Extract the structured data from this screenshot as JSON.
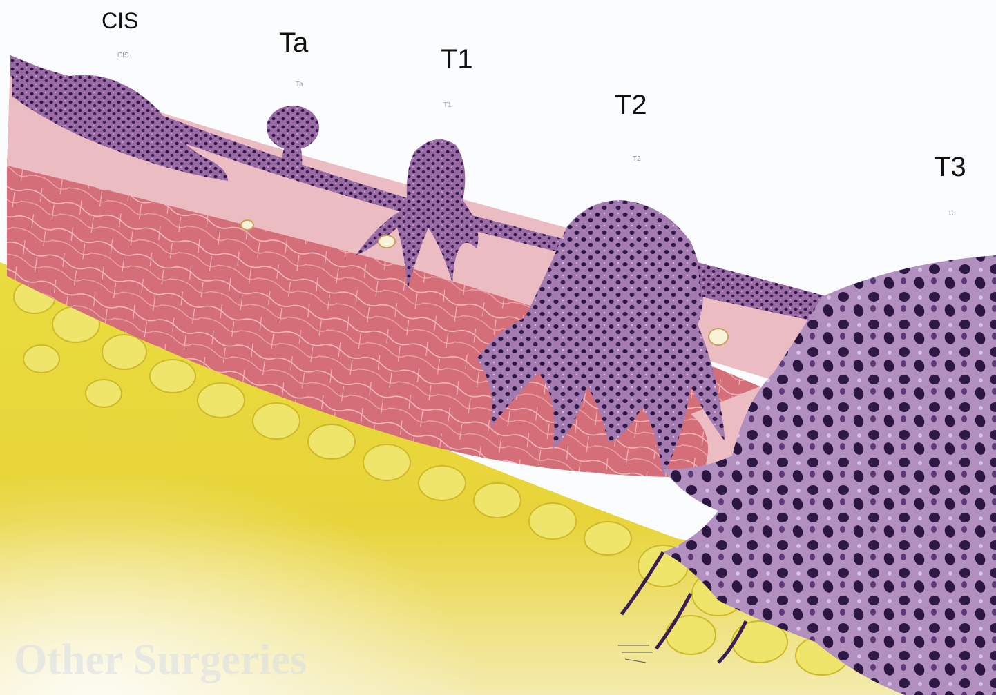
{
  "labels": {
    "cis": "CIS",
    "ta": "Ta",
    "t1": "T1",
    "t2": "T2",
    "t3": "T3"
  },
  "small_labels": {
    "cis": "CIS",
    "ta": "Ta",
    "t1": "T1",
    "t2": "T2",
    "t3": "T3"
  },
  "watermarks": {
    "bottom_left": "Other Surgeries"
  },
  "colors": {
    "urothelium": "#8e5a96",
    "lamina_propria": "#eab5bd",
    "muscle": "#d66e78",
    "fat": "#e3cf2a",
    "tumor_nucleus": "#2a1640",
    "background": "#fbfcfd"
  }
}
